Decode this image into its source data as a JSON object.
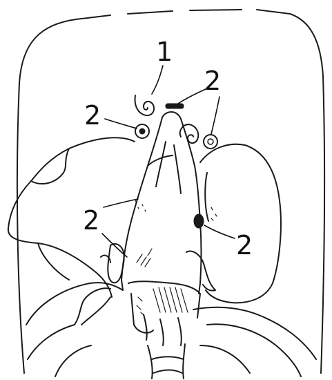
{
  "figure": {
    "callouts": [
      {
        "id": "c1",
        "text": "1"
      },
      {
        "id": "c2a",
        "text": "2"
      },
      {
        "id": "c2b",
        "text": "2"
      },
      {
        "id": "c2c",
        "text": "2"
      },
      {
        "id": "c2d",
        "text": "2"
      }
    ]
  }
}
